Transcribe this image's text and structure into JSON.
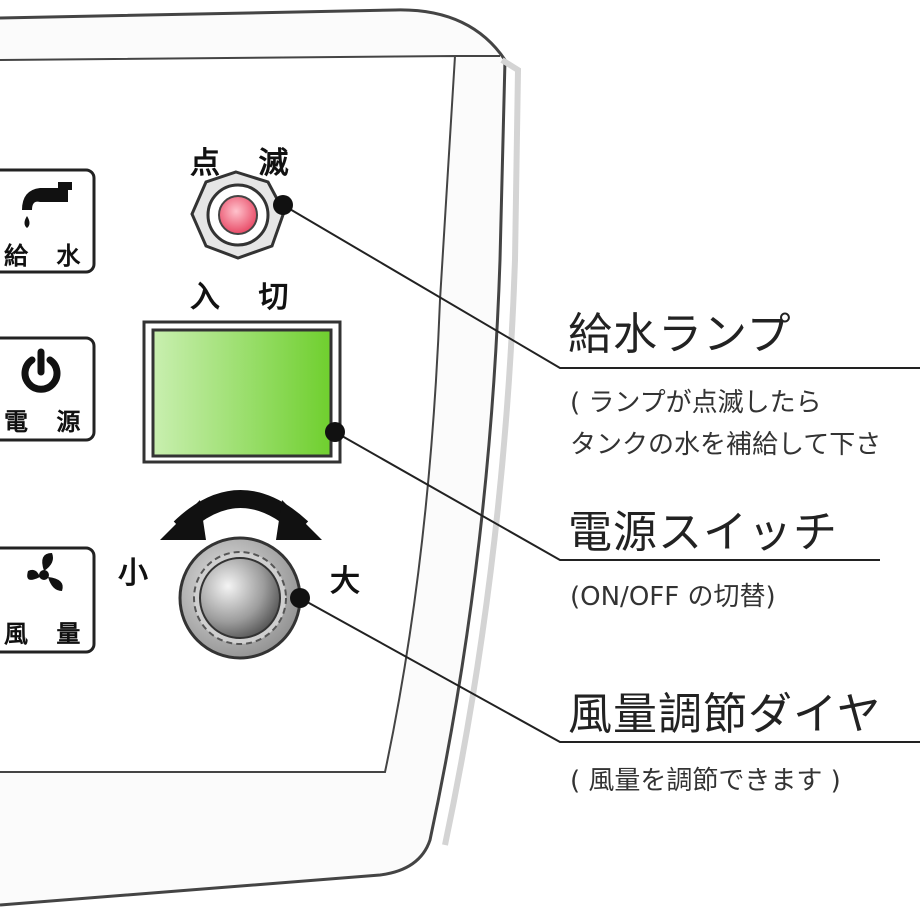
{
  "panel": {
    "side_icons": [
      {
        "label": "給 水",
        "icon": "faucet-icon"
      },
      {
        "label": "電 源",
        "icon": "power-icon"
      },
      {
        "label": "風 量",
        "icon": "fan-icon"
      }
    ],
    "lamp": {
      "top_label": "点 滅",
      "bottom_label": "入 切",
      "color": "#f0607a"
    },
    "switch": {
      "color": "#7fd13a"
    },
    "dial": {
      "min_label": "小",
      "max_label": "大"
    }
  },
  "callouts": [
    {
      "title": "給水ランプ",
      "lines": [
        "( ランプが点滅したら",
        "タンクの水を補給して下さ"
      ]
    },
    {
      "title": "電源スイッチ",
      "lines": [
        "(ON/OFF の切替)"
      ]
    },
    {
      "title": "風量調節ダイヤ",
      "lines": [
        "( 風量を調節できます )"
      ]
    }
  ]
}
